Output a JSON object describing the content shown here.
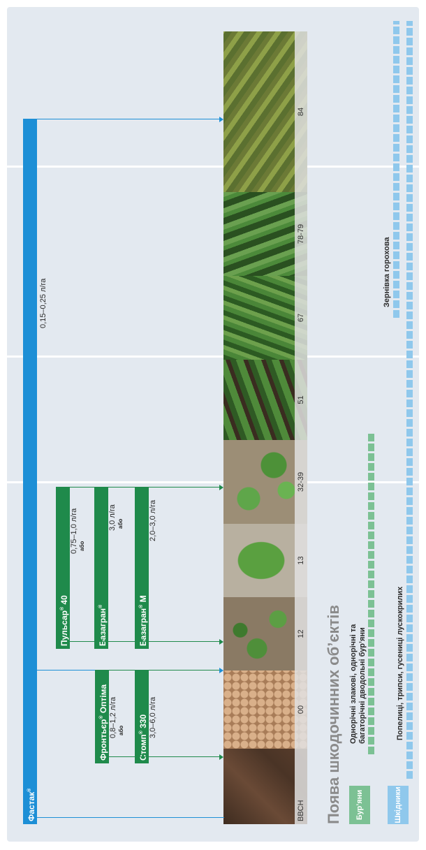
{
  "stages": [
    {
      "label": "BBCH"
    },
    {
      "label": "00"
    },
    {
      "label": "12"
    },
    {
      "label": "13"
    },
    {
      "label": "32-39"
    },
    {
      "label": "51"
    },
    {
      "label": "67"
    },
    {
      "label": "78-79"
    },
    {
      "label": "84"
    }
  ],
  "products": {
    "frontier": {
      "name": "Фронтьєр",
      "sup": "®",
      "name2": " Оптіма",
      "rate": "0,8–1,2 л/га",
      "or": "або"
    },
    "stomp": {
      "name": "Стомп",
      "sup": "®",
      "name2": " 330",
      "rate": "3,0–6,0 л/га"
    },
    "pulsar": {
      "name": "Пульсар",
      "sup": "®",
      "name2": " 40",
      "rate": "0,75–1,0 л/га",
      "or": "або"
    },
    "bazagran": {
      "name": "Базагран",
      "sup": "®",
      "name2": "",
      "rate": "3,0 л/га",
      "or": "або"
    },
    "bazagran_m": {
      "name": "Базагран",
      "sup": "®",
      "name2": " М",
      "rate": "2,0–3,0 л/га"
    },
    "fastak": {
      "name": "Фастак",
      "sup": "®",
      "name2": "",
      "rate": "0,15–0,25 л/га"
    }
  },
  "heading": "Поява шкодочинних об’єктів",
  "categories": {
    "weeds": "Бур’яни",
    "pests": "Шкідники"
  },
  "bars": {
    "weeds_text_line1": "Однорічні злакові, однорічні та",
    "weeds_text_line2": "багаторічні дводольні бур’яни",
    "pests_text": "Попелиці, трипси, гусениці лускокрилих",
    "pea_weevil": "Зернівка горохова"
  },
  "colors": {
    "green": "#1f8a4b",
    "blue": "#1d8fd6",
    "weeds_dash": "#7cc194",
    "pests_dash": "#8fc8ec",
    "panel": "#e3e9f0"
  }
}
